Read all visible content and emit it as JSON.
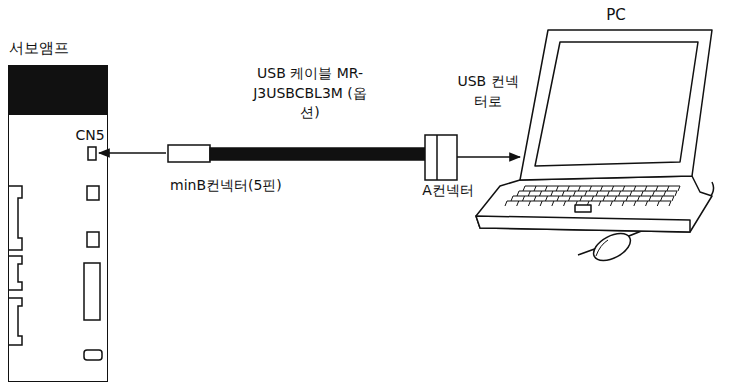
{
  "diagram": {
    "nodes": [
      {
        "text": [
          "서보앰프"
        ]
      },
      {
        "text": [
          "PC"
        ]
      }
    ],
    "labels": [
      "CN5",
      "USB 케이블 MR-J3USBCBL3M (옵션)",
      "minB컨넥터(5핀)",
      "A컨넥터",
      "USB 컨넥터로"
    ]
  }
}
